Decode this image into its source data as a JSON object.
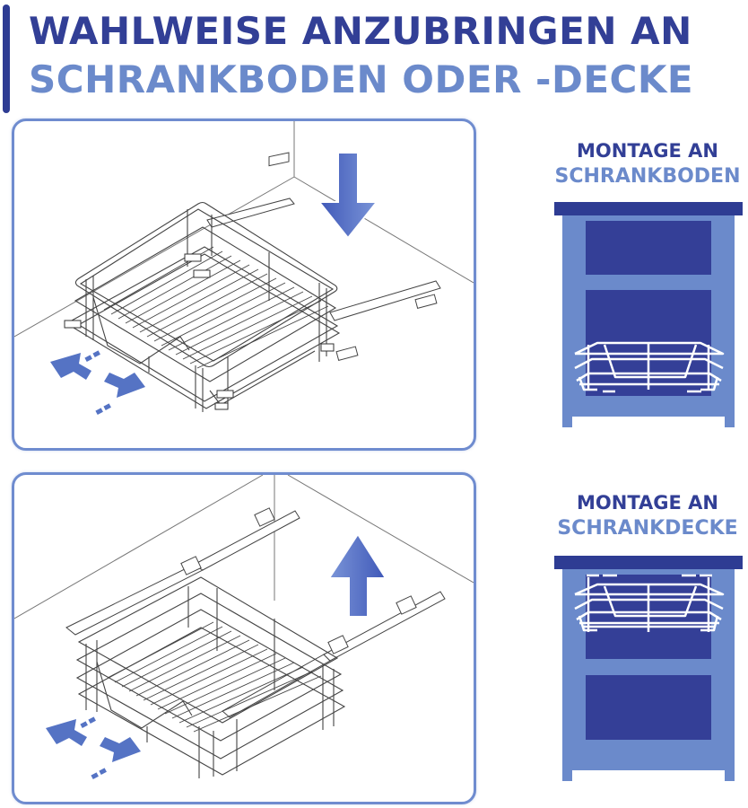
{
  "header": {
    "title_line1": "WAHLWEISE ANZUBRINGEN AN",
    "title_line2": "SCHRANKBODEN ODER -DECKE"
  },
  "panels": [
    {
      "id": "floor-mount",
      "illustration": "pull-out-wire-basket-on-floor-rails",
      "direction_arrow": "arrow-down-icon",
      "slide_arrows": "bidirectional-slide-arrows-icon"
    },
    {
      "id": "ceiling-mount",
      "illustration": "pull-out-wire-basket-hanging-from-ceiling-rails",
      "direction_arrow": "arrow-up-icon",
      "slide_arrows": "bidirectional-slide-arrows-icon"
    }
  ],
  "side_labels": [
    {
      "line1": "MONTAGE AN",
      "line2": "SCHRANKBODEN",
      "cabinet": "cabinet-basket-bottom-icon"
    },
    {
      "line1": "MONTAGE AN",
      "line2": "SCHRANKDECKE",
      "cabinet": "cabinet-basket-top-icon"
    }
  ],
  "colors": {
    "navy": "#323f96",
    "light_blue": "#6b8acb",
    "panel_border": "#6f8ccf",
    "cabinet_body": "#6b8acb",
    "cabinet_top": "#2e3c93",
    "cabinet_panel": "#343f97",
    "arrow": "#5573c4",
    "line_art": "#555555"
  }
}
